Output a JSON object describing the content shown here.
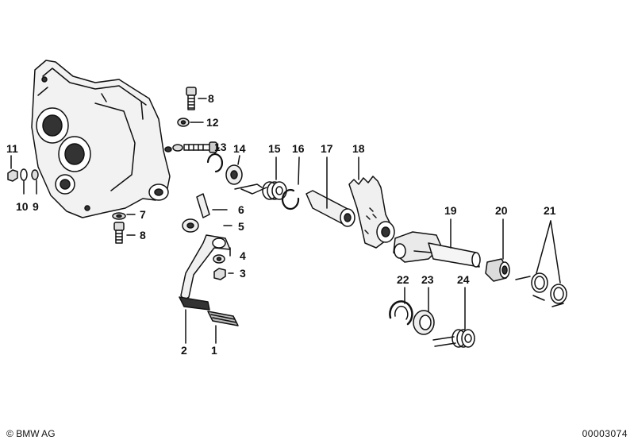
{
  "labels": {
    "l1": "1",
    "l2": "2",
    "l3": "3",
    "l4": "4",
    "l5": "5",
    "l6": "6",
    "l7": "7",
    "l8a": "8",
    "l8b": "8",
    "l9": "9",
    "l10": "10",
    "l11": "11",
    "l12": "12",
    "l13": "13",
    "l14": "14",
    "l15": "15",
    "l16": "16",
    "l17": "17",
    "l18": "18",
    "l19": "19",
    "l20": "20",
    "l21": "21",
    "l22": "22",
    "l23": "23",
    "l24": "24"
  },
  "footer": {
    "copyright": "BMW AG",
    "copyright_mark": "©",
    "doc_number": "00003074"
  }
}
